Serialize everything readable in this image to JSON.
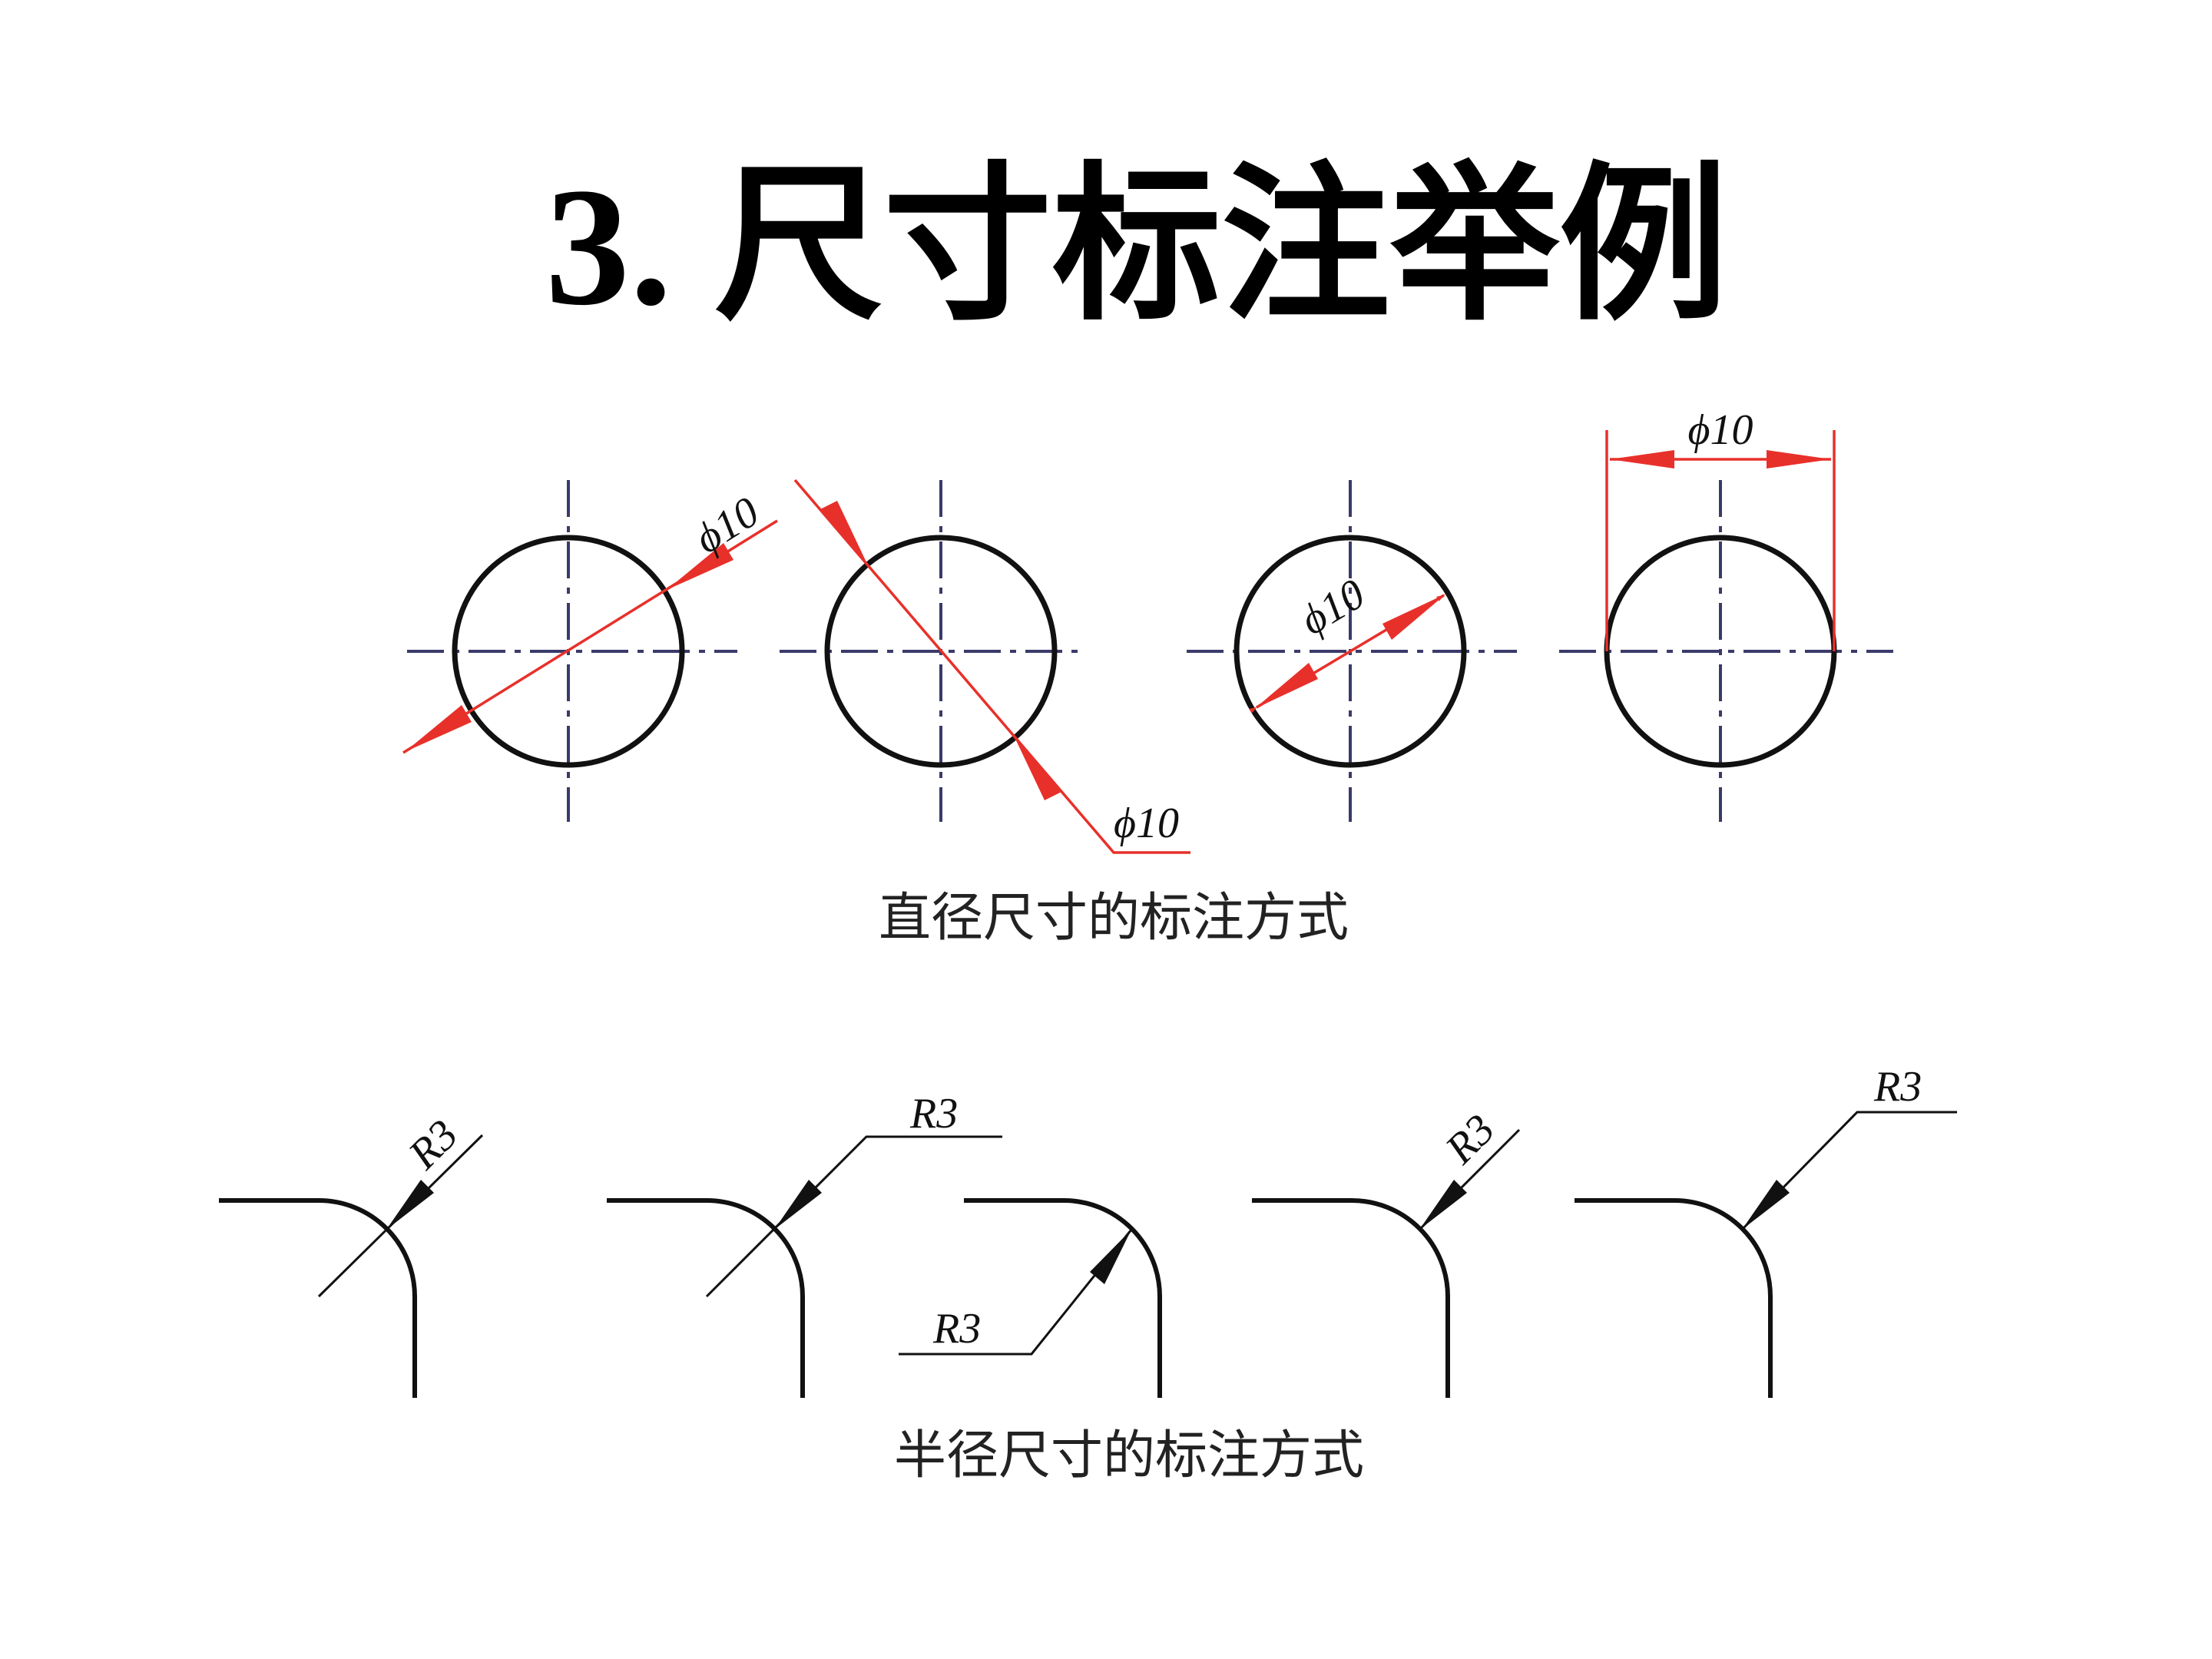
{
  "title": "3. 尺寸标注举例",
  "diameter_section": {
    "caption": "直径尺寸的标注方式",
    "labels": [
      "ϕ10",
      "ϕ10",
      "ϕ10",
      "ϕ10"
    ]
  },
  "radius_section": {
    "caption": "半径尺寸的标注方式",
    "labels": [
      "R3",
      "R3",
      "R3",
      "R3",
      "R3"
    ]
  },
  "colors": {
    "outline": "#111111",
    "dimension": "#e8302a",
    "centerline": "#3a3a6a"
  }
}
